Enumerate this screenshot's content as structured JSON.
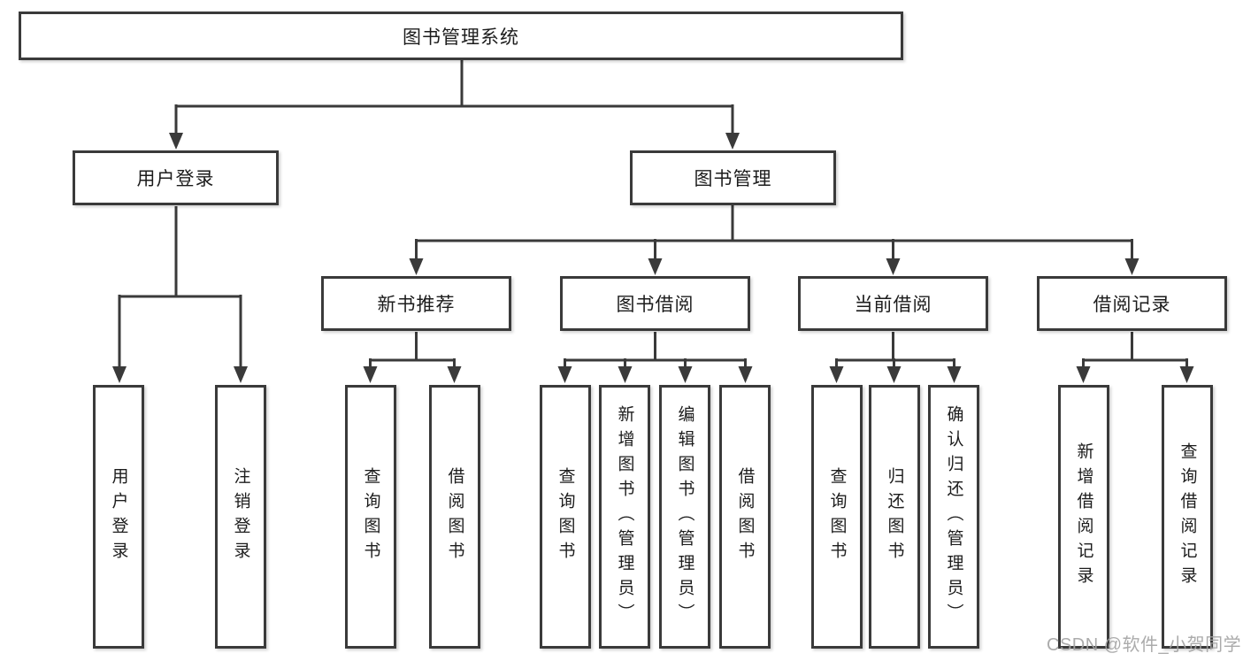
{
  "diagram": {
    "type": "hierarchy-tree",
    "colors": {
      "line": "#3a3a3a",
      "box_border": "#3a3a3a",
      "box_fill": "#ffffff",
      "text": "#1c1c1c",
      "watermark_text": "#a3a3a3"
    }
  },
  "tree": {
    "label": "图书管理系统",
    "children": [
      {
        "label": "用户登录",
        "children": [
          {
            "label": "用户登录"
          },
          {
            "label": "注销登录"
          }
        ]
      },
      {
        "label": "图书管理",
        "children": [
          {
            "label": "新书推荐",
            "children": [
              {
                "label": "查询图书"
              },
              {
                "label": "借阅图书"
              }
            ]
          },
          {
            "label": "图书借阅",
            "children": [
              {
                "label": "查询图书"
              },
              {
                "label": "新增图书（管理员）"
              },
              {
                "label": "编辑图书（管理员）"
              },
              {
                "label": "借阅图书"
              }
            ]
          },
          {
            "label": "当前借阅",
            "children": [
              {
                "label": "查询图书"
              },
              {
                "label": "归还图书"
              },
              {
                "label": "确认归还（管理员）"
              }
            ]
          },
          {
            "label": "借阅记录",
            "children": [
              {
                "label": "新增借阅记录"
              },
              {
                "label": "查询借阅记录"
              }
            ]
          }
        ]
      }
    ]
  },
  "watermark": {
    "text": "CSDN @软件_小贺同学"
  }
}
